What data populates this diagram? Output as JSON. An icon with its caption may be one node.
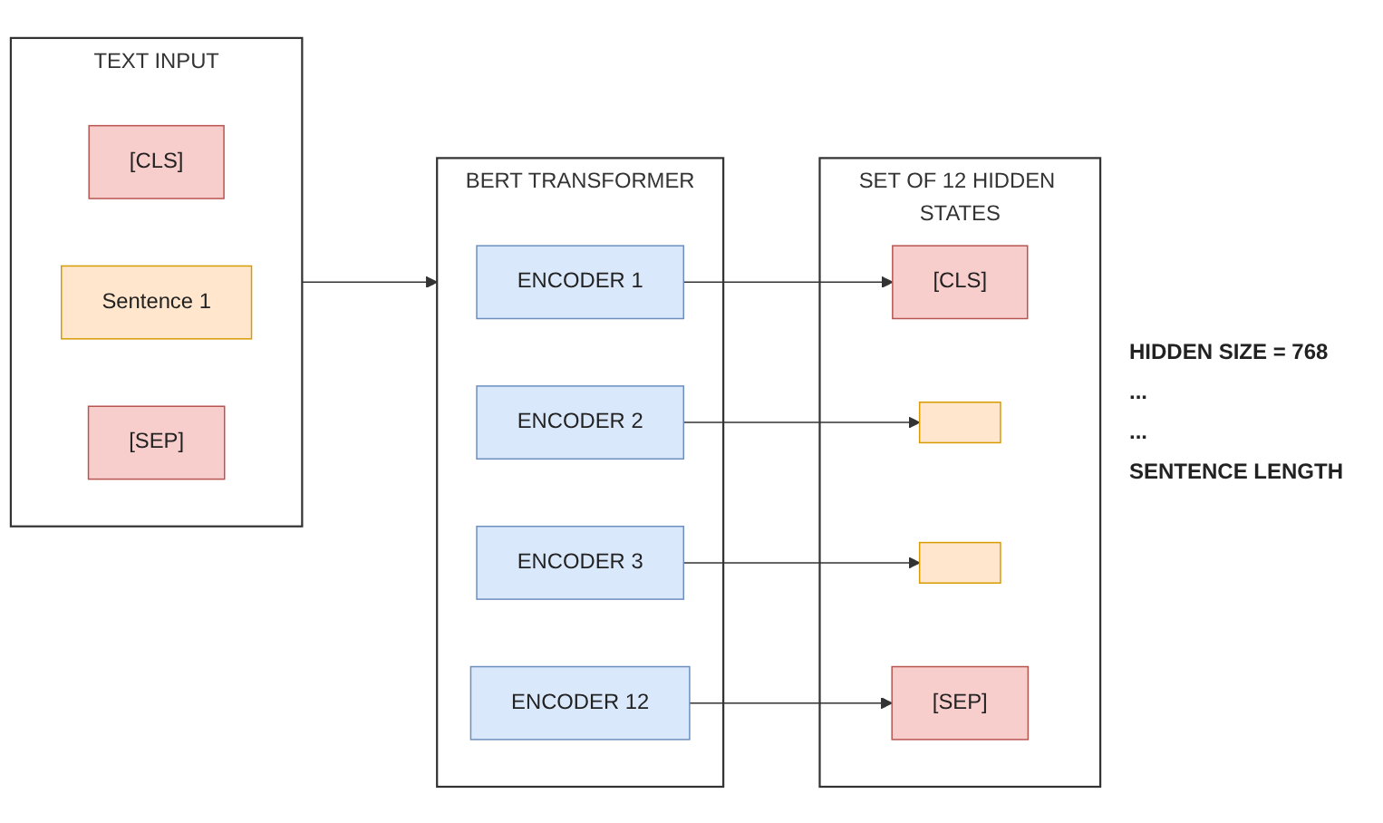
{
  "diagram": {
    "nodes": [
      {
        "text": [
          "TEXT INPUT"
        ]
      },
      {
        "text": [
          "[CLS]"
        ],
        "in": 0
      },
      {
        "text": [
          "Sentence 1"
        ],
        "in": 0
      },
      {
        "text": [
          "[SEP]"
        ],
        "in": 0
      },
      {
        "text": [
          "BERT TRANSFORMER"
        ]
      },
      {
        "text": [
          "ENCODER 1"
        ],
        "in": 4
      },
      {
        "text": [
          "ENCODER 2"
        ],
        "in": 4
      },
      {
        "text": [
          "ENCODER 3"
        ],
        "in": 4
      },
      {
        "text": [
          "ENCODER 12"
        ],
        "in": 4
      },
      {
        "text": [
          "SET OF 12 HIDDEN STATES"
        ]
      },
      {
        "text": [
          "[CLS]"
        ],
        "in": 9
      },
      {
        "text": [],
        "shape": "box",
        "in": 9
      },
      {
        "text": [],
        "shape": "box",
        "in": 9
      },
      {
        "text": [
          "[SEP]"
        ],
        "in": 9
      }
    ],
    "edges": [
      {
        "from": 0,
        "to": 4,
        "arrow": "to"
      },
      {
        "from": 5,
        "to": 10,
        "arrow": "to"
      },
      {
        "from": 6,
        "to": 11,
        "arrow": "to"
      },
      {
        "from": 7,
        "to": 12,
        "arrow": "to"
      },
      {
        "from": 8,
        "to": 13,
        "arrow": "to"
      }
    ],
    "labels": [
      "HIDDEN SIZE = 768",
      "...",
      "...",
      "SENTENCE LENGTH"
    ]
  }
}
